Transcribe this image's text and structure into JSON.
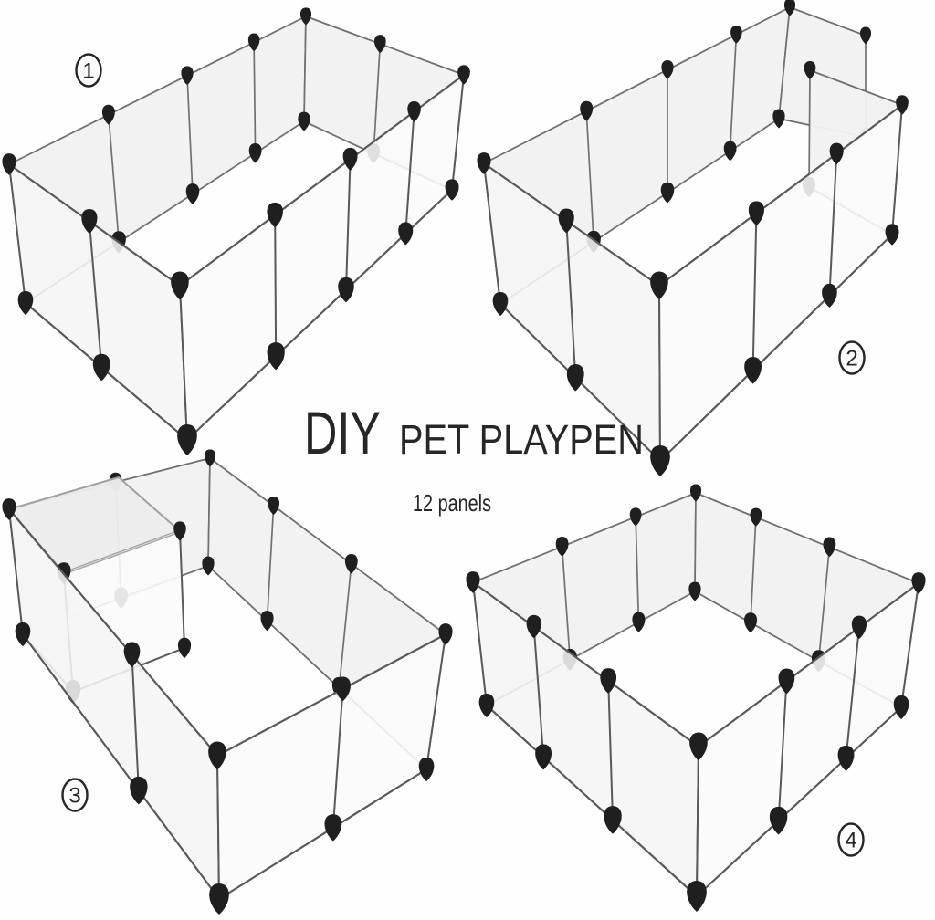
{
  "title": {
    "brand": "DIY",
    "product": "PET PLAYPEN",
    "subtitle": "12 panels"
  },
  "structures": [
    {
      "label": "1",
      "variant": "rectangular-pen-closed"
    },
    {
      "label": "2",
      "variant": "rectangular-pen-door-open"
    },
    {
      "label": "3",
      "variant": "rectangular-pen-with-covered-den"
    },
    {
      "label": "4",
      "variant": "square-pen"
    }
  ],
  "colors": {
    "background": "#fefefe",
    "text": "#262626",
    "connector": "#1f1f1f",
    "rod_front": "#595959",
    "rod_back": "#707070",
    "rod_silver": "#a0a0a0",
    "rod_silver_light": "#d4d4d4",
    "panel_back": "#f1f1f1",
    "panel_front_left": "#f5f5f5",
    "panel_front_right": "#fbfbfb",
    "panel_roof": "#ececec"
  }
}
